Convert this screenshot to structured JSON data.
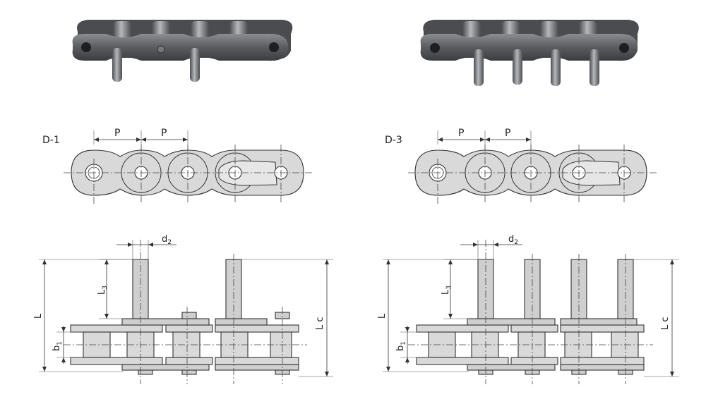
{
  "diagrams": {
    "left": {
      "type_label": "D-1",
      "pitch_left": "P",
      "pitch_right": "P",
      "dim_d": "d",
      "dim_d_sub": "2",
      "dim_L": "L",
      "dim_L3": "L",
      "dim_L3_sub": "3",
      "dim_b": "b",
      "dim_b_sub": "1",
      "dim_Lc": "L c"
    },
    "right": {
      "type_label": "D-3",
      "pitch_left": "P",
      "pitch_right": "P",
      "dim_d": "d",
      "dim_d_sub": "2",
      "dim_L": "L",
      "dim_L3": "L",
      "dim_L3_sub": "3",
      "dim_b": "b",
      "dim_b_sub": "1",
      "dim_Lc": "L c"
    }
  },
  "colors": {
    "steel": "#5a5c60",
    "steel_light": "#9a9ca0",
    "plate_fill": "#d9d9d9",
    "line": "#333333"
  }
}
